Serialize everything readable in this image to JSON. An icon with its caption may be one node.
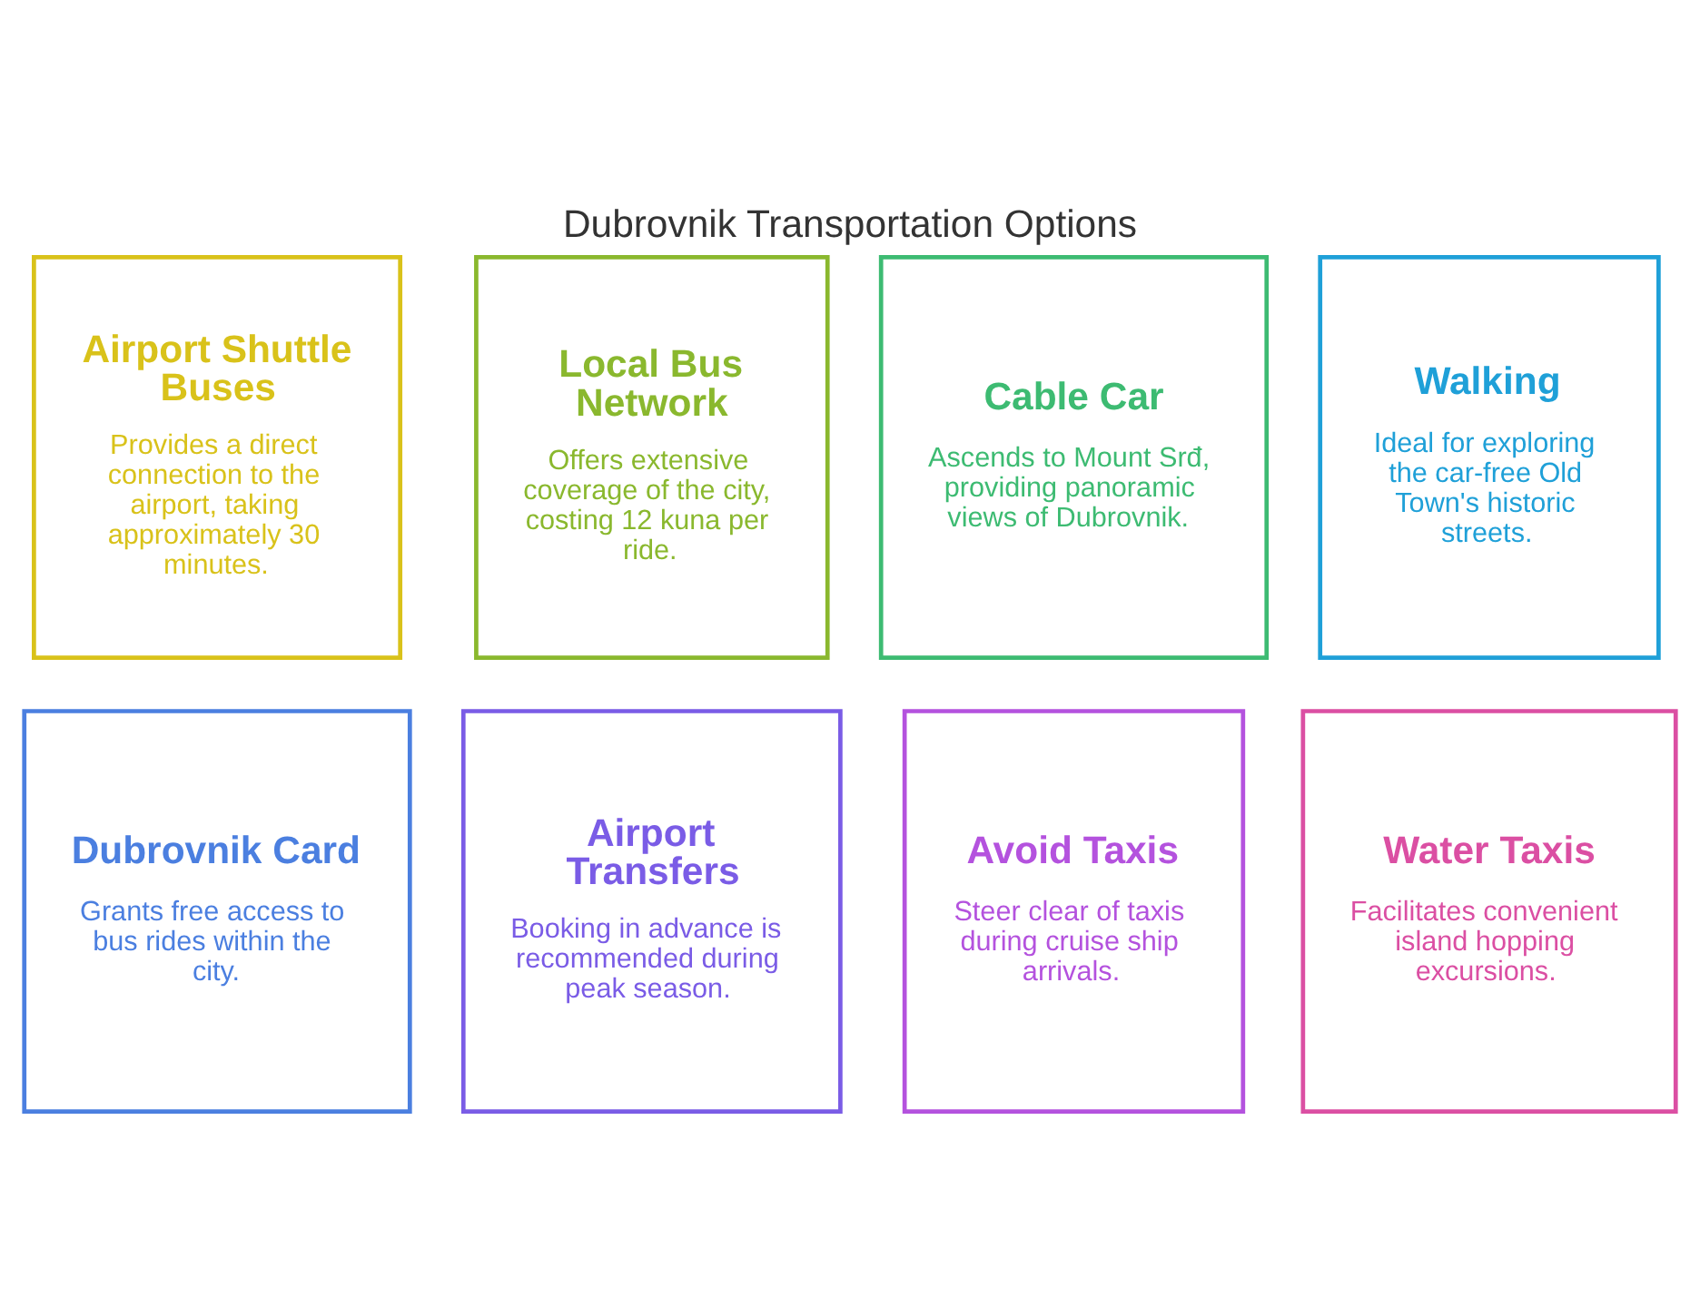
{
  "diagram": {
    "title": "Dubrovnik Transportation Options",
    "nodes": [
      {
        "text": [
          "Airport Shuttle Buses",
          "Provides a direct connection to the airport, taking approximately 30 minutes."
        ]
      },
      {
        "text": [
          "Local Bus Network",
          "Offers extensive coverage of the city, costing 12 kuna per ride."
        ]
      },
      {
        "text": [
          "Cable Car",
          "Ascends to Mount Srđ, providing panoramic views of Dubrovnik."
        ]
      },
      {
        "text": [
          "Walking",
          "Ideal for exploring the car-free Old Town's historic streets."
        ]
      },
      {
        "text": [
          "Dubrovnik Card",
          "Grants free access to bus rides within the city."
        ]
      },
      {
        "text": [
          "Airport Transfers",
          "Booking in advance is recommended during peak season."
        ]
      },
      {
        "text": [
          "Avoid Taxis",
          "Steer clear of taxis during cruise ship arrivals."
        ]
      },
      {
        "text": [
          "Water Taxis",
          "Facilitates convenient island hopping excursions."
        ]
      }
    ],
    "edges": []
  }
}
